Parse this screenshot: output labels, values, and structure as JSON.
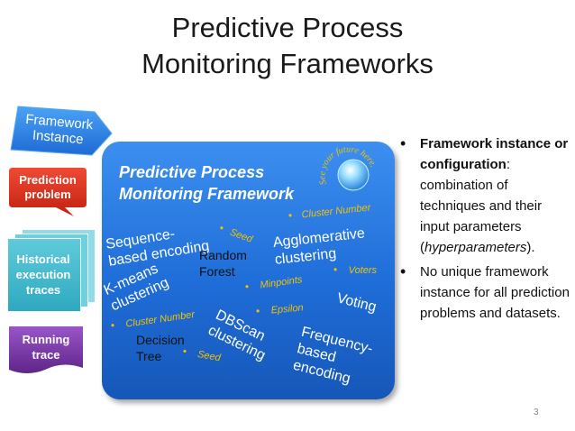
{
  "title": {
    "line1": "Predictive Process",
    "line2": "Monitoring Frameworks"
  },
  "sidebar": {
    "framework_instance": "Framework Instance",
    "prediction_problem": "Prediction problem",
    "historical_traces": "Historical execution traces",
    "running_trace": "Running trace"
  },
  "framework": {
    "title_line1": "Predictive Process",
    "title_line2": "Monitoring Framework",
    "crystal_text": "See your future here...",
    "terms": {
      "sequence_encoding": "Sequence-based encoding",
      "random_forest": "Random Forest",
      "agglomerative": "Agglomerative clustering",
      "kmeans": "K-means clustering",
      "voting": "Voting",
      "dbscan": "DBScan clustering",
      "frequency": "Frequency-based encoding",
      "decision_tree": "Decision Tree"
    },
    "params": {
      "seed1": "Seed",
      "cluster_number1": "Cluster Number",
      "voters": "Voters",
      "minpoints": "Minpoints",
      "epsilon": "Epsilon",
      "cluster_number2": "Cluster Number",
      "seed2": "Seed"
    }
  },
  "bullets": {
    "b1_bold": "Framework instance or configuration",
    "b1_colon": ":",
    "b1_text1": "combination of techniques and their input parameters (",
    "b1_italic": "hyperparameters",
    "b1_text2": ").",
    "b2": "No unique framework instance for all prediction problems and datasets."
  },
  "page_number": "3",
  "colors": {
    "framework_blue": "#2a7be4",
    "param_yellow": "#f2c200",
    "prediction_red": "#e0301e",
    "historical_teal": "#3fbfd0",
    "running_purple": "#7a3aa8"
  }
}
